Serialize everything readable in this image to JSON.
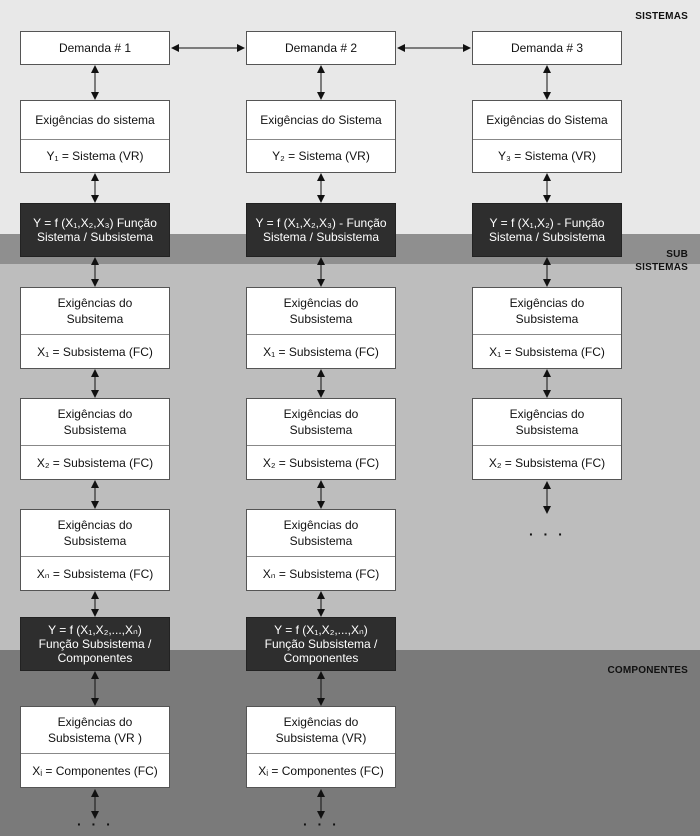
{
  "layers": {
    "sistemas": "SISTEMAS",
    "subsistemas": "SUB\nSISTEMAS",
    "componentes": "COMPONENTES"
  },
  "columns": [
    {
      "demanda": "Demanda  # 1",
      "sys_req": "Exigências do sistema",
      "sys_y": "Y₁ = Sistema  (VR)",
      "func1": "Y = f (X₁,X₂,X₃) Função\nSistema  / Subsistema",
      "subs": [
        {
          "req": "Exigências do\nSubsitema",
          "x": "X₁ = Subsistema    (FC)"
        },
        {
          "req": "Exigências do\nSubsistema",
          "x": "X₂ = Subsistema    (FC)"
        },
        {
          "req": "Exigências do\nSubsistema",
          "x": "Xₙ = Subsistema    (FC)"
        }
      ],
      "func2": "Y = f (X₁,X₂,...,Xₙ)\nFunção Subsistema    /\nComponentes",
      "comp_req": "Exigências do\nSubsistema  (VR )",
      "comp_x": "Xᵢ = Componentes    (FC)",
      "dots": "· · ·"
    },
    {
      "demanda": "Demanda   # 2",
      "sys_req": "Exigências do Sistema",
      "sys_y": "Y₂ = Sistema  (VR)",
      "func1": "Y = f (X₁,X₂,X₃) - Função\nSistema  / Subsistema",
      "subs": [
        {
          "req": "Exigências do\nSubsistema",
          "x": "X₁ = Subsistema    (FC)"
        },
        {
          "req": "Exigências do\nSubsistema",
          "x": "X₂ = Subsistema    (FC)"
        },
        {
          "req": "Exigências do\nSubsistema",
          "x": "Xₙ = Subsistema    (FC)"
        }
      ],
      "func2": "Y = f (X₁,X₂,...,Xₙ)\nFunção Subsistema    /\nComponentes",
      "comp_req": "Exigências do\nSubsistema   (VR)",
      "comp_x": "Xᵢ = Componentes    (FC)",
      "dots": "· · ·"
    },
    {
      "demanda": "Demanda   # 3",
      "sys_req": "Exigências do Sistema",
      "sys_y": "Y₃ = Sistema  (VR)",
      "func1": "Y = f (X₁,X₂) - Função\nSistema  / Subsistema",
      "subs": [
        {
          "req": "Exigências do\nSubsistema",
          "x": "X₁ = Subsistema    (FC)"
        },
        {
          "req": "Exigências do\nSubsistema",
          "x": "X₂ = Subsistema    (FC)"
        }
      ],
      "dots": "· · ·"
    }
  ]
}
